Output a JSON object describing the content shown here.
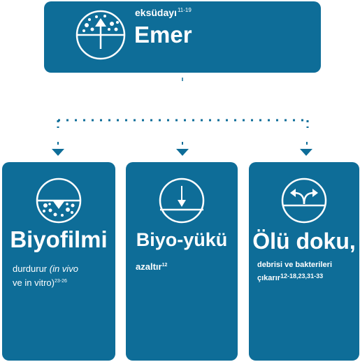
{
  "top": {
    "subtitle": "eksüdayı",
    "subtitle_ref": "11-19",
    "title": "Emer",
    "icon": "absorb-icon"
  },
  "cards": [
    {
      "title": "Biyofilmi",
      "desc_line1_a": "durdurur ",
      "desc_line1_b": "(in vivo",
      "desc_line2": "ve in vitro)",
      "desc_ref": "23-26",
      "icon": "biofilm-icon"
    },
    {
      "title": "Biyo-yükü",
      "desc": "azaltır",
      "desc_ref": "12",
      "icon": "down-arrow-icon"
    },
    {
      "title": "Ölü doku,",
      "desc_line1": "debrisi ve bakterileri",
      "desc_line2": "çıkarır",
      "desc_ref": "12-18,23,31-33",
      "icon": "split-arrows-icon"
    }
  ],
  "colors": {
    "accent": "#0e6d98",
    "background": "#ffffff"
  }
}
